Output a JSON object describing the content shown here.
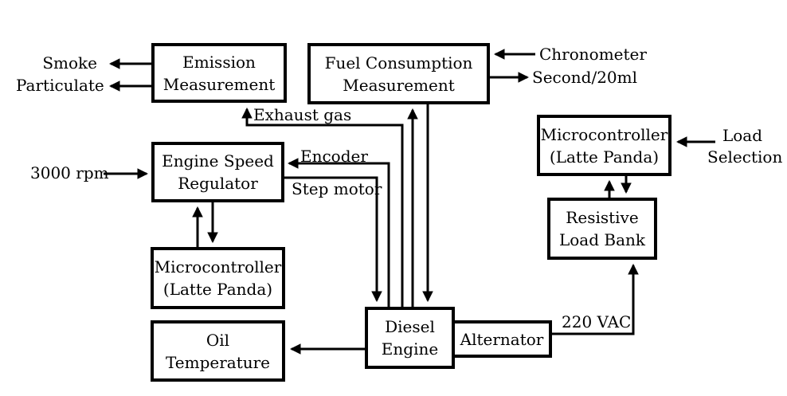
{
  "diagram": {
    "title_hint": "Diesel engine test-bench block diagram",
    "colors": {
      "line": "#000000",
      "background": "#ffffff",
      "text": "#000000"
    },
    "boxes": {
      "emission": {
        "lines": [
          "Emission",
          "Measurement"
        ]
      },
      "fuel": {
        "lines": [
          "Fuel Consumption",
          "Measurement"
        ]
      },
      "regulator": {
        "lines": [
          "Engine Speed",
          "Regulator"
        ]
      },
      "mc_left": {
        "lines": [
          "Microcontroller",
          "(Latte Panda)"
        ]
      },
      "oil": {
        "lines": [
          "Oil",
          "Temperature"
        ]
      },
      "engine": {
        "lines": [
          "Diesel",
          "Engine"
        ]
      },
      "alternator": {
        "lines": [
          "Alternator"
        ]
      },
      "mc_right": {
        "lines": [
          "Microcontroller",
          "(Latte Panda)"
        ]
      },
      "load_bank": {
        "lines": [
          "Resistive",
          "Load Bank"
        ]
      }
    },
    "labels": {
      "smoke": "Smoke",
      "particulate": "Particulate",
      "exhaust_gas": "Exhaust gas",
      "rpm_setpoint": "3000 rpm",
      "encoder": "Encoder",
      "step_motor": "Step motor",
      "chronometer": "Chronometer",
      "second_20ml": "Second/20ml",
      "load_selection": [
        "Load",
        "Selection"
      ],
      "vac_220": "220 VAC"
    }
  }
}
